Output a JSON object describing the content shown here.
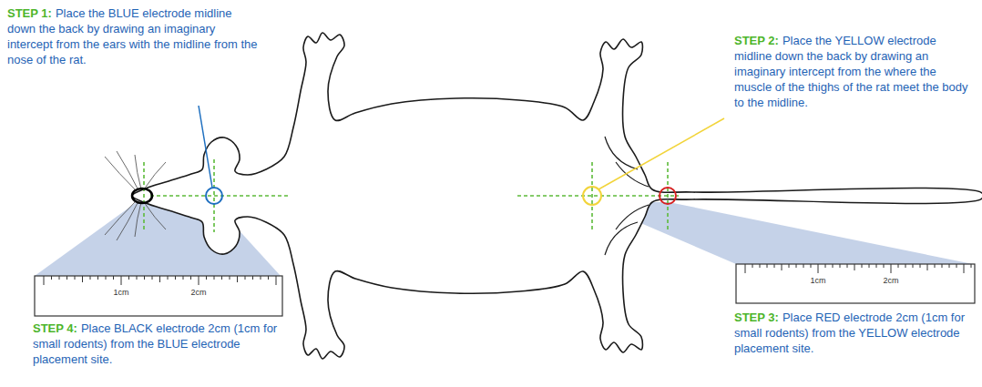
{
  "diagram": {
    "labels": [
      "STEP 1:",
      "Place the BLUE electrode midline down the back by drawing an imaginary intercept from the ears with the midline from the nose of the rat.",
      "STEP 2:",
      "Place the YELLOW electrode midline down the back by drawing an imaginary intercept from the where the muscle of the thighs of the rat meet the body to the midline.",
      "STEP 3:",
      "Place RED electrode 2cm (1cm for small rodents) from the YELLOW electrode placement site.",
      "STEP 4:",
      "Place BLACK electrode 2cm (1cm for small rodents) from the BLUE electrode placement site.",
      "1cm",
      "2cm",
      "1cm",
      "2cm"
    ]
  }
}
